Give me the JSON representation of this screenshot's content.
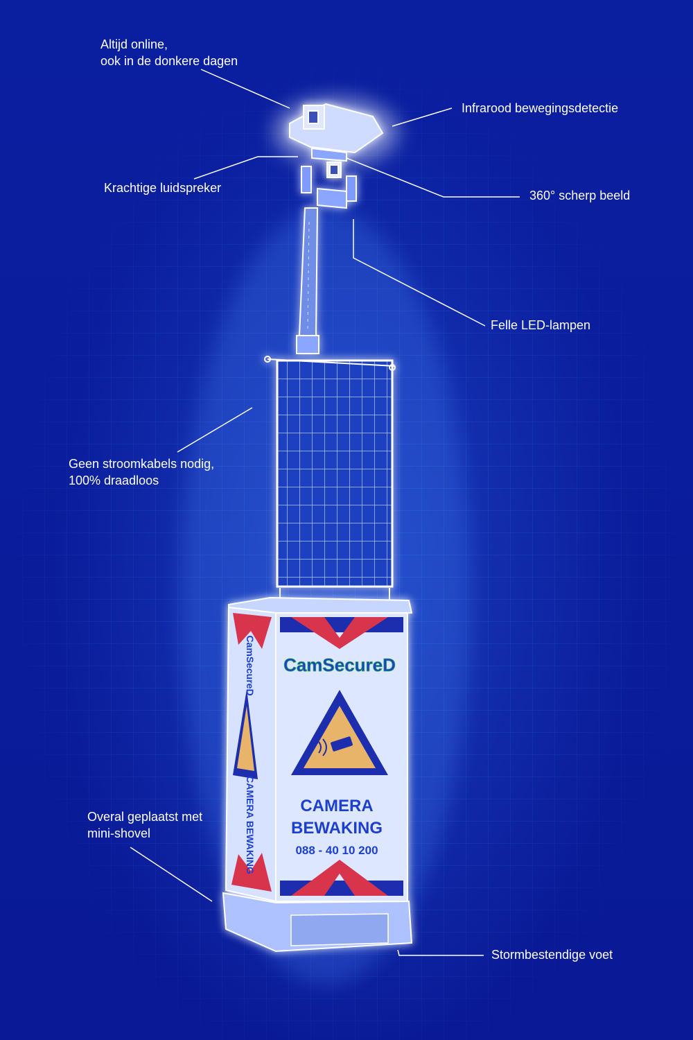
{
  "colors": {
    "background": "#0a1fa0",
    "grid": "#3aa8e8",
    "outline": "#ffffff",
    "solar_cell": "#1d3fc0",
    "sign_red": "#d8344e",
    "sign_blue": "#1a2fae",
    "brand_blue": "#1d3fd0",
    "brand_green": "#2cb34a",
    "warning_fill": "#e8b46a",
    "text": "#ffffff"
  },
  "callouts": {
    "online": {
      "line1": "Altijd online,",
      "line2": "ook in de donkere dagen"
    },
    "infrarood": "Infrarood bewegingsdetectie",
    "luidspreker": "Krachtige luidspreker",
    "beeld": "360° scherp beeld",
    "led": "Felle LED-lampen",
    "draadloos": {
      "line1": "Geen stroomkabels nodig,",
      "line2": "100% draadloos"
    },
    "shovel": {
      "line1": "Overal geplaatst met",
      "line2": "mini-shovel"
    },
    "voet": "Stormbestendige voet"
  },
  "unit": {
    "brand": "CamSecureD",
    "side_brand": "CamSecureD",
    "title_line1": "CAMERA",
    "title_line2": "BEWAKING",
    "phone": "088 - 40 10 200",
    "side_text": "CAMERA BEWAKING"
  }
}
